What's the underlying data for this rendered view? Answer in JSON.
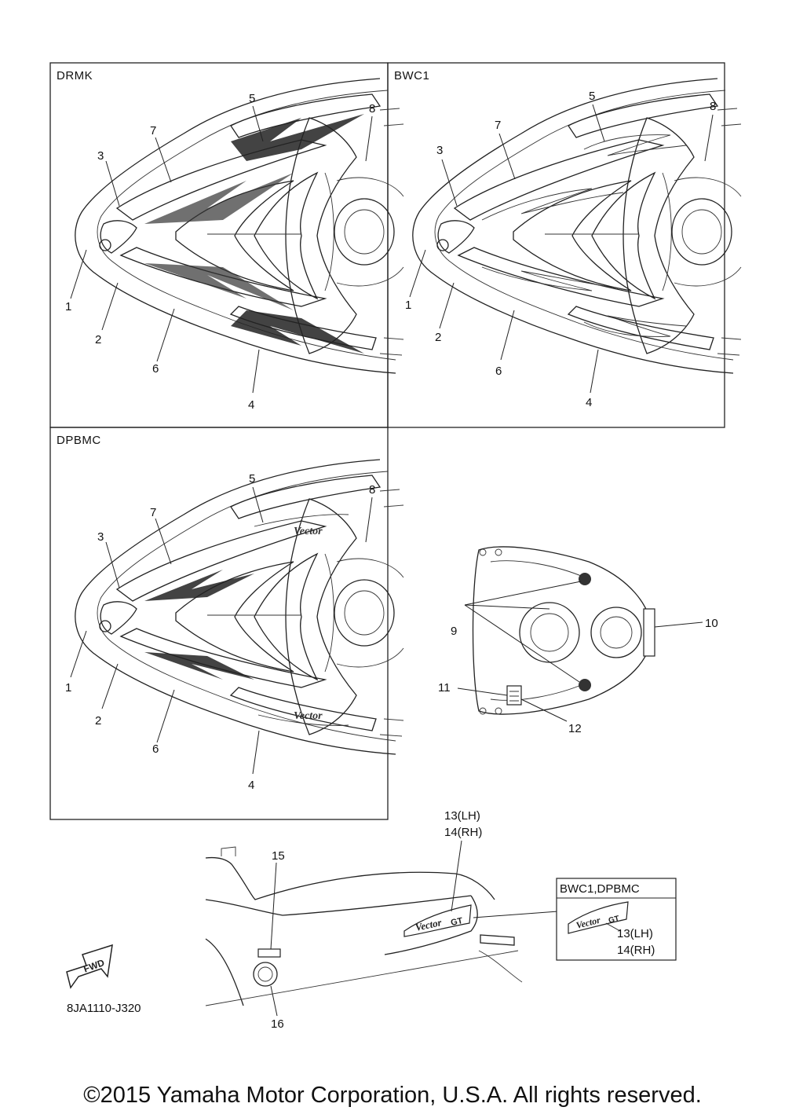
{
  "panels": [
    {
      "title": "DRMK"
    },
    {
      "title": "BWC1"
    },
    {
      "title": "DPBMC"
    }
  ],
  "deck_callouts": [
    "1",
    "2",
    "3",
    "4",
    "5",
    "6",
    "7",
    "8"
  ],
  "top_view_callouts": [
    "9",
    "10",
    "11",
    "12"
  ],
  "side_view": {
    "callout_13": "13(LH)",
    "callout_14": "14(RH)",
    "callout_15": "15",
    "callout_16": "16",
    "inset_title": "BWC1,DPBMC",
    "inset_13": "13(LH)",
    "inset_14": "14(RH)"
  },
  "fwd_label": "FWD",
  "part_code": "8JA1110-J320",
  "copyright": "©2015 Yamaha Motor Corporation, U.S.A. All rights reserved.",
  "decal_text": "Vector",
  "decal_text_gt": "GT"
}
